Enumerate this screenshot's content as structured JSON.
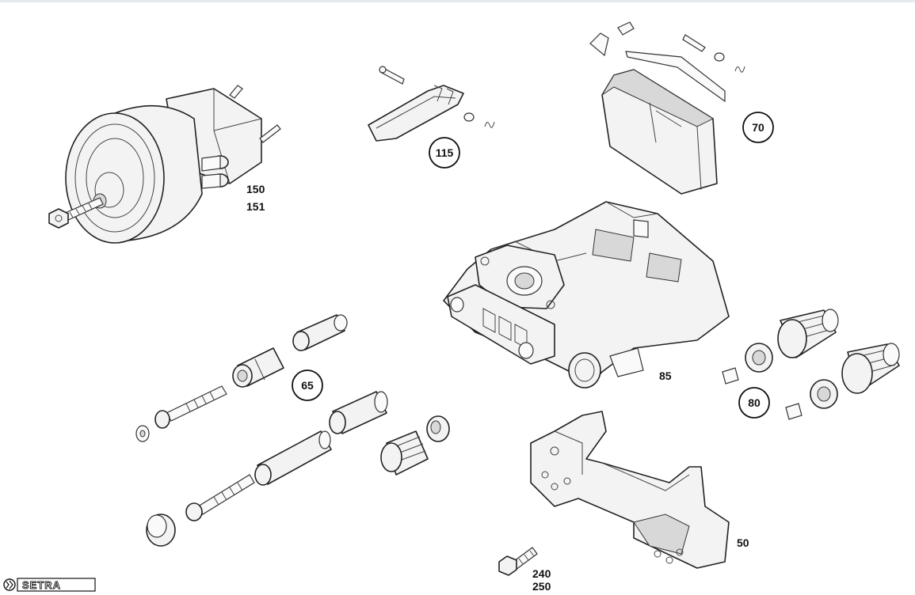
{
  "labels": {
    "brake_chamber_a": "150",
    "brake_chamber_b": "151",
    "pad_retainer": "115",
    "brake_pads": "70",
    "caliper": "85",
    "guide_pin_kit": "65",
    "boot_kit": "80",
    "carrier": "50",
    "bolt_a": "240",
    "bolt_b": "250"
  },
  "logo": {
    "text": "SETRA"
  }
}
